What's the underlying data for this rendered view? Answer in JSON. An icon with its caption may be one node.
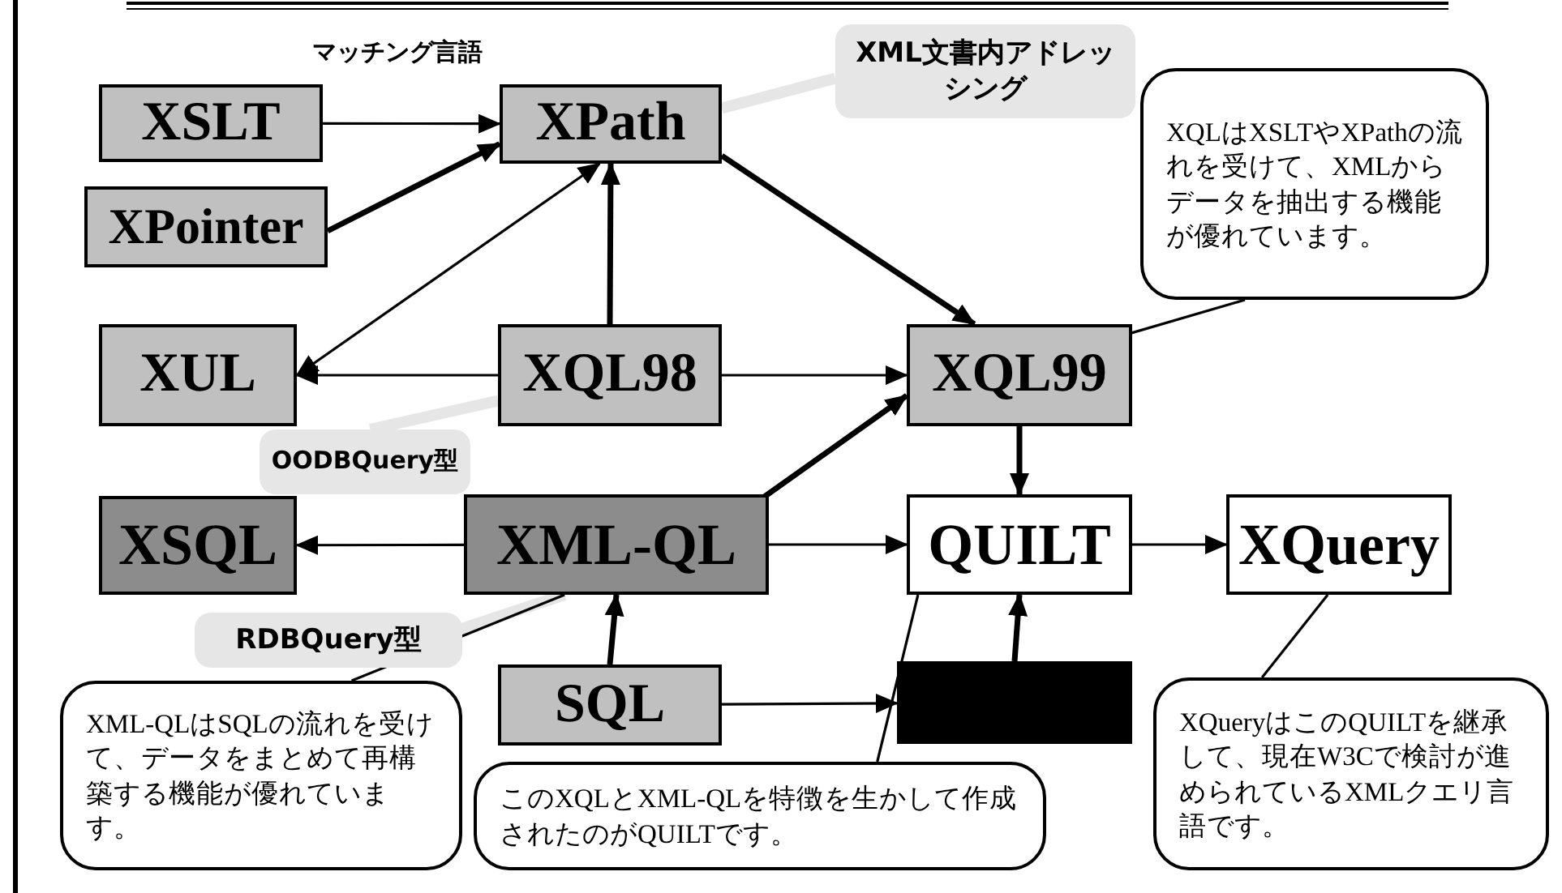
{
  "diagram": {
    "nodes": [
      {
        "text": [
          "XSLT"
        ]
      },
      {
        "text": [
          "XPointer"
        ]
      },
      {
        "text": [
          "XPath"
        ]
      },
      {
        "text": [
          "XML文書内アドレッシング"
        ]
      },
      {
        "text": [
          "XQLはXSLTやXPathの流れを受けて、XMLからデータを抽出する機能が優れています。"
        ]
      },
      {
        "text": [
          "XUL"
        ]
      },
      {
        "text": [
          "XQL98"
        ]
      },
      {
        "text": [
          "XQL99"
        ]
      },
      {
        "text": [
          "OODBQuery型"
        ]
      },
      {
        "text": [
          "XSQL"
        ]
      },
      {
        "text": [
          "XML-QL"
        ]
      },
      {
        "text": [
          "QUILT"
        ]
      },
      {
        "text": [
          "XQuery"
        ]
      },
      {
        "text": [
          "RDBQuery型"
        ]
      },
      {
        "text": [
          "SQL"
        ]
      },
      {
        "text": [],
        "shape": "box"
      },
      {
        "text": [
          "XML-QLはSQLの流れを受けて、データをまとめて再構築する機能が優れています。"
        ]
      },
      {
        "text": [
          "このXQLとXML-QLを特徴を生かして作成されたのがQUILTです。"
        ]
      },
      {
        "text": [
          "XQueryはこのQUILTを継承して、現在W3Cで検討が進められているXMLクエリ言語です。"
        ]
      }
    ],
    "edges": [
      {
        "from": 0,
        "to": 2,
        "arrow": "to",
        "label": "マッチング言語"
      },
      {
        "from": 1,
        "to": 2,
        "arrow": "to",
        "style": "thick"
      },
      {
        "from": 2,
        "to": 7,
        "arrow": "to",
        "style": "thick"
      },
      {
        "from": 6,
        "to": 2,
        "arrow": "to",
        "style": "thick"
      },
      {
        "from": 2,
        "to": 5,
        "arrow": "both"
      },
      {
        "from": 6,
        "to": 5,
        "arrow": "to"
      },
      {
        "from": 6,
        "to": 7,
        "arrow": "to"
      },
      {
        "from": 10,
        "to": 7,
        "arrow": "to",
        "style": "thick"
      },
      {
        "from": 7,
        "to": 11,
        "arrow": "to",
        "style": "thick"
      },
      {
        "from": 10,
        "to": 9,
        "arrow": "to"
      },
      {
        "from": 10,
        "to": 11,
        "arrow": "to"
      },
      {
        "from": 11,
        "to": 12,
        "arrow": "to"
      },
      {
        "from": 14,
        "to": 10,
        "arrow": "to",
        "style": "thick"
      },
      {
        "from": 14,
        "to": 15,
        "arrow": "to"
      },
      {
        "from": 15,
        "to": 11,
        "arrow": "to",
        "style": "thick"
      },
      {
        "from": 3,
        "to": 2,
        "arrow": "none",
        "style": "thick",
        "color": "#e6e6e6"
      },
      {
        "from": 4,
        "to": 7,
        "arrow": "none"
      },
      {
        "from": 8,
        "to": 6,
        "arrow": "none",
        "style": "thick",
        "color": "#e6e6e6"
      },
      {
        "from": 13,
        "to": 10,
        "arrow": "none",
        "style": "thick",
        "color": "#e6e6e6"
      },
      {
        "from": 16,
        "to": 10,
        "arrow": "none"
      },
      {
        "from": 17,
        "to": 11,
        "arrow": "none"
      },
      {
        "from": 18,
        "to": 12,
        "arrow": "none"
      }
    ]
  }
}
